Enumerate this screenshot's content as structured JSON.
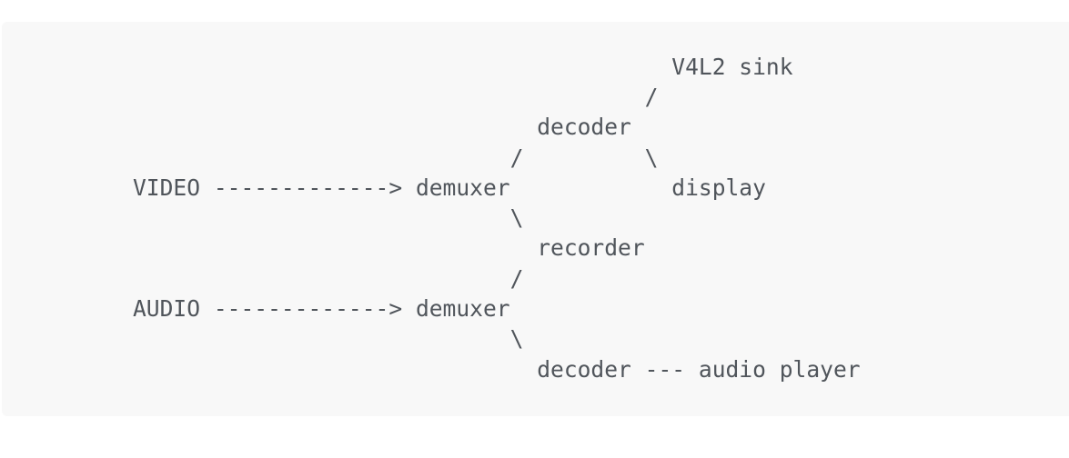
{
  "page": {
    "background_color": "#ffffff"
  },
  "code_block": {
    "background_color": "#f8f8f8",
    "text_color": "#50555b",
    "lines": [
      "                                        V4L2 sink",
      "                                      /",
      "                              decoder",
      "                            /         \\",
      "VIDEO -------------> demuxer            display",
      "                            \\",
      "                              recorder",
      "                            /",
      "AUDIO -------------> demuxer",
      "                            \\",
      "                              decoder --- audio player"
    ]
  },
  "diagram": {
    "type": "ascii-media-pipeline",
    "inputs": [
      "VIDEO",
      "AUDIO"
    ],
    "nodes": [
      {
        "id": "video-demuxer",
        "label": "demuxer"
      },
      {
        "id": "audio-demuxer",
        "label": "demuxer"
      },
      {
        "id": "video-decoder",
        "label": "decoder"
      },
      {
        "id": "audio-decoder",
        "label": "decoder"
      },
      {
        "id": "recorder",
        "label": "recorder"
      },
      {
        "id": "v4l2-sink",
        "label": "V4L2 sink"
      },
      {
        "id": "display",
        "label": "display"
      },
      {
        "id": "audio-player",
        "label": "audio player"
      }
    ],
    "edges": [
      {
        "from": "VIDEO",
        "to": "video-demuxer",
        "style": "------------->"
      },
      {
        "from": "video-demuxer",
        "to": "video-decoder",
        "style": "/"
      },
      {
        "from": "video-decoder",
        "to": "v4l2-sink",
        "style": "/"
      },
      {
        "from": "video-decoder",
        "to": "display",
        "style": "\\"
      },
      {
        "from": "video-demuxer",
        "to": "recorder",
        "style": "\\"
      },
      {
        "from": "audio-demuxer",
        "to": "recorder",
        "style": "/"
      },
      {
        "from": "AUDIO",
        "to": "audio-demuxer",
        "style": "------------->"
      },
      {
        "from": "audio-demuxer",
        "to": "audio-decoder",
        "style": "\\"
      },
      {
        "from": "audio-decoder",
        "to": "audio-player",
        "style": "---"
      }
    ]
  }
}
